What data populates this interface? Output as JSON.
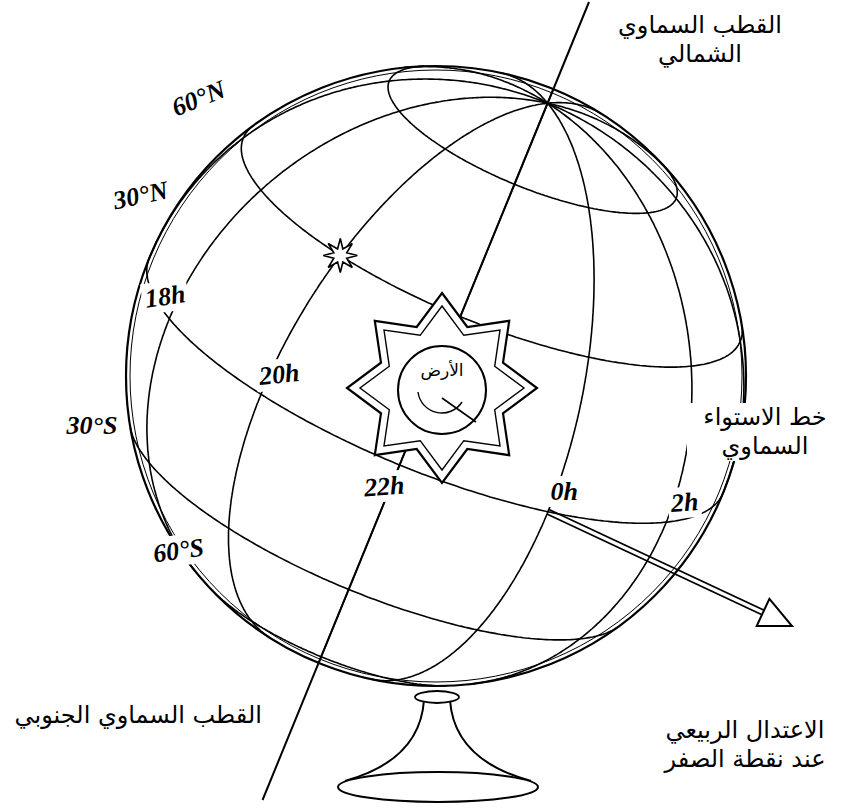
{
  "diagram": {
    "nodes": [
      {
        "text": [
          "الأرض"
        ]
      }
    ],
    "labels": [
      "القطب السماوي الشمالي",
      "60°N",
      "30°N",
      "18h",
      "20h",
      "22h",
      "0h",
      "2h",
      "30°S",
      "60°S",
      "خط الاستواء السماوي",
      "القطب السماوي الجنوبي",
      "الاعتدال الربيعي عند نقطة الصفر"
    ]
  }
}
